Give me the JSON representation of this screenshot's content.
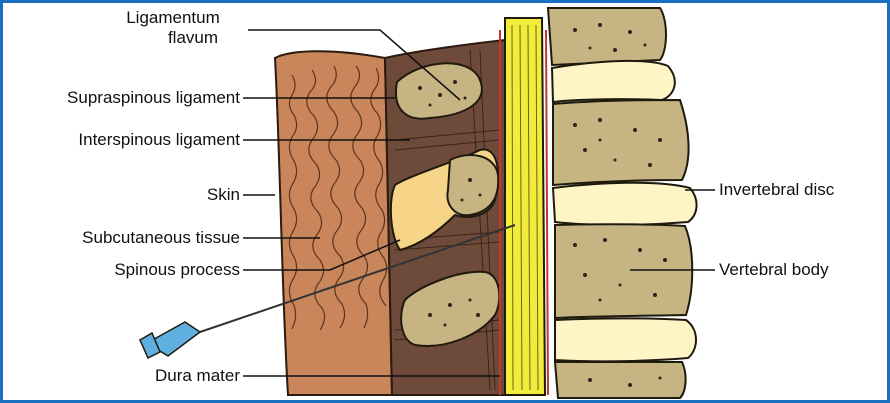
{
  "diagram": {
    "labels": {
      "ligamentum_flavum_line1": "Ligamentum",
      "ligamentum_flavum_line2": "flavum",
      "supraspinous": "Supraspinous ligament",
      "interspinous": "Interspinous ligament",
      "skin": "Skin",
      "subcutaneous": "Subcutaneous tissue",
      "spinous_process": "Spinous process",
      "dura_mater": "Dura mater",
      "intervertebral_disc": "Invertebral disc",
      "vertebral_body": "Vertebral body"
    },
    "colors": {
      "frame": "#1a6fc1",
      "skin": "#c9865a",
      "subcutaneous": "#a06a45",
      "interspinous": "#6e4a3a",
      "bone": "#c7b483",
      "disc": "#fff4c6",
      "spinal_cord": "#f2ec3a",
      "needle_hub": "#5fb0e0"
    }
  }
}
